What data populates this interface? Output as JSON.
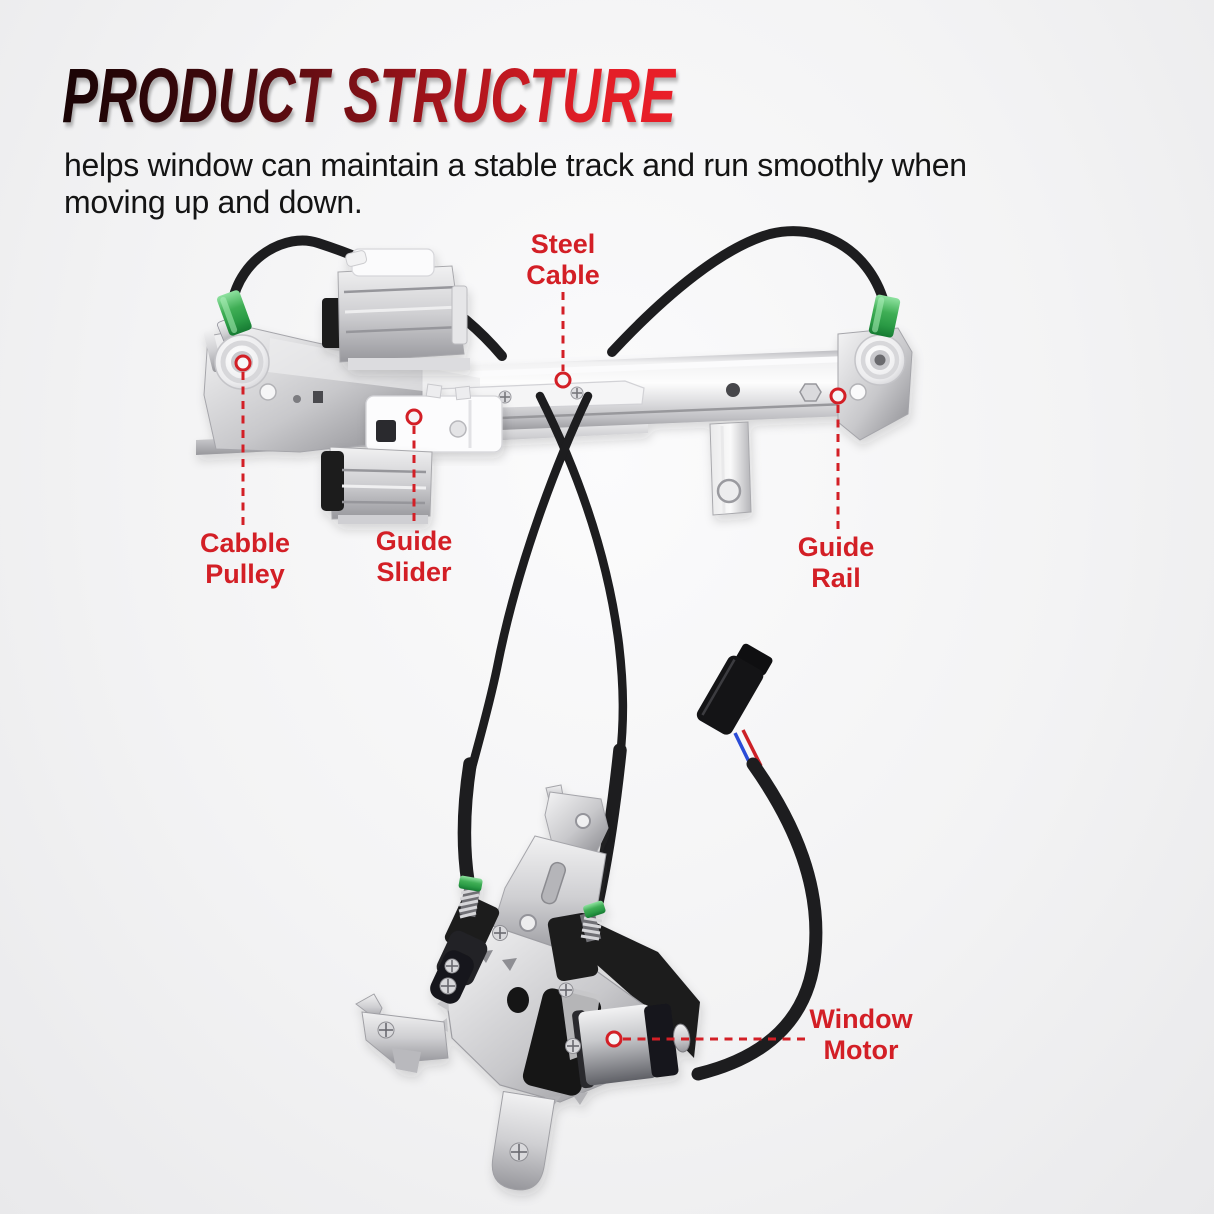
{
  "header": {
    "title": "PRODUCT STRUCTURE",
    "description": "helps window can maintain a stable track and run smoothly when moving up and down."
  },
  "callouts": {
    "steel_cable": {
      "line1": "Steel",
      "line2": "Cable"
    },
    "cabble_pulley": {
      "line1": "Cabble",
      "line2": "Pulley"
    },
    "guide_slider": {
      "line1": "Guide",
      "line2": "Slider"
    },
    "guide_rail": {
      "line1": "Guide",
      "line2": "Rail"
    },
    "window_motor": {
      "line1": "Window",
      "line2": "Motor"
    }
  },
  "colors": {
    "label_red": "#d31f26",
    "title_dark": "#190405",
    "title_red": "#e81e28",
    "green_fitting": "#3fae55",
    "cable_black": "#1d1d1f",
    "metal_silver": "#d6d6d9"
  }
}
